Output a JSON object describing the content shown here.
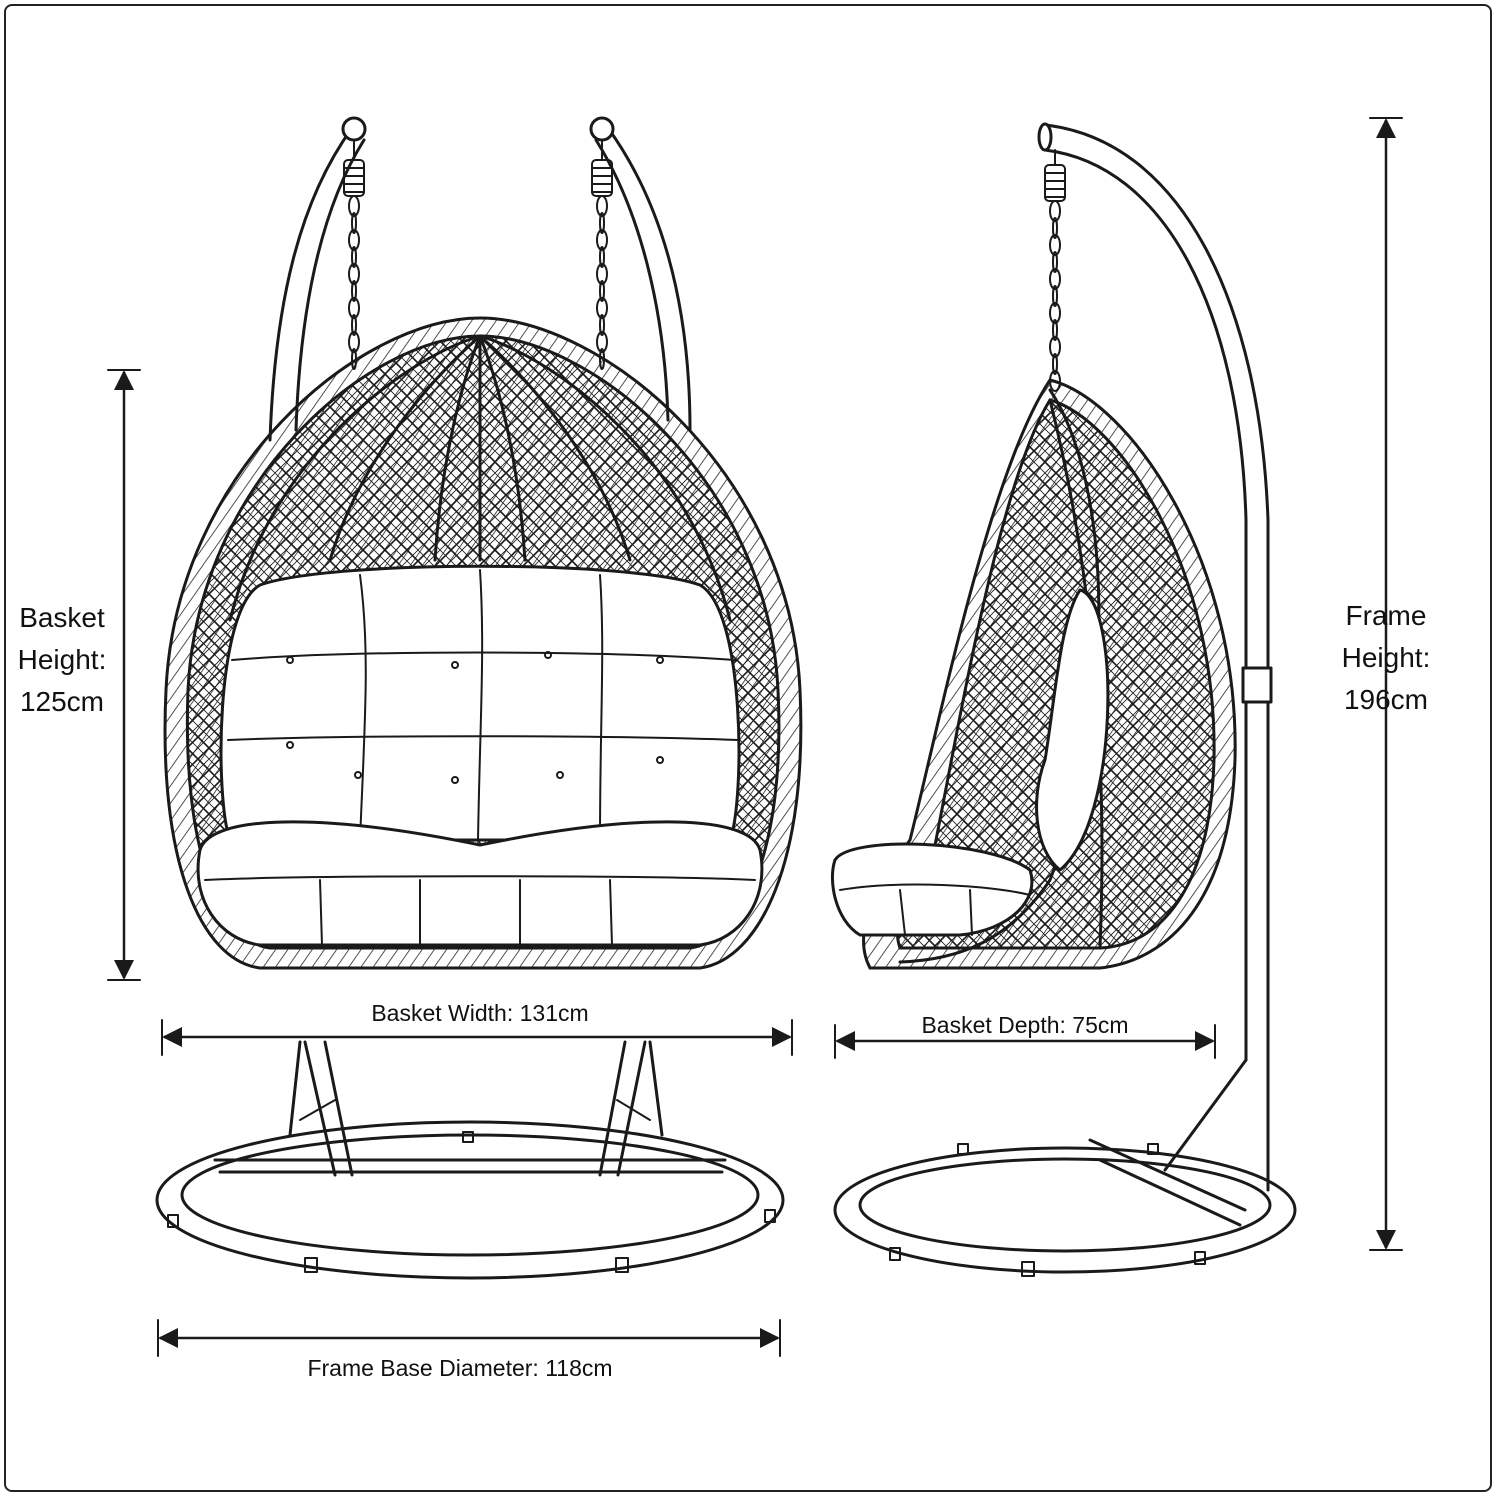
{
  "labels": {
    "basket_height": [
      "Basket",
      "Height:",
      "125cm"
    ],
    "frame_height": [
      "Frame",
      "Height:",
      "196cm"
    ],
    "basket_width": "Basket Width: 131cm",
    "basket_depth": "Basket Depth: 75cm",
    "frame_base_diameter": "Frame Base Diameter: 118cm"
  },
  "colors": {
    "ink": "#1a1a1a",
    "background": "#ffffff"
  }
}
